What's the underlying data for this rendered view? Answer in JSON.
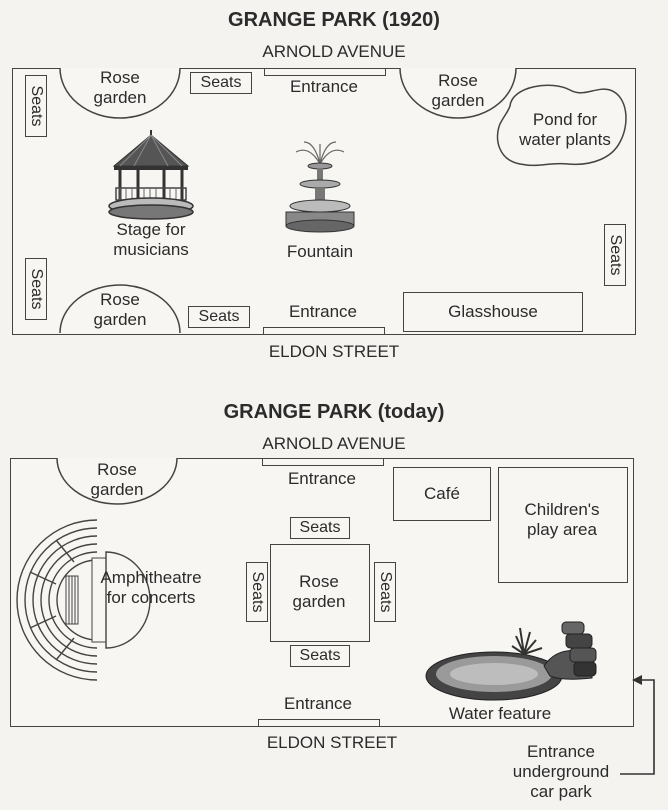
{
  "plan_1920": {
    "title": "GRANGE PARK (1920)",
    "north_street": "ARNOLD AVENUE",
    "south_street": "ELDON STREET",
    "rose_garden_tl": [
      "Rose",
      "garden"
    ],
    "rose_garden_tr": [
      "Rose",
      "garden"
    ],
    "rose_garden_bl": [
      "Rose",
      "garden"
    ],
    "seats_top": "Seats",
    "seats_bottom": "Seats",
    "seats_left_top": "Seats",
    "seats_left_bottom": "Seats",
    "seats_right": "Seats",
    "entrance_top": "Entrance",
    "entrance_bottom": "Entrance",
    "pond": [
      "Pond for",
      "water plants"
    ],
    "stage": [
      "Stage for",
      "musicians"
    ],
    "fountain": "Fountain",
    "glasshouse": "Glasshouse"
  },
  "plan_today": {
    "title": "GRANGE PARK (today)",
    "north_street": "ARNOLD AVENUE",
    "south_street": "ELDON STREET",
    "rose_garden_tl": [
      "Rose",
      "garden"
    ],
    "entrance_top": "Entrance",
    "entrance_bottom": "Entrance",
    "cafe": "Café",
    "play_area": [
      "Children's",
      "play area"
    ],
    "amphitheatre": [
      "Amphitheatre",
      "for concerts"
    ],
    "center_rose_garden": [
      "Rose",
      "garden"
    ],
    "seats_top": "Seats",
    "seats_bottom": "Seats",
    "seats_left": "Seats",
    "seats_right": "Seats",
    "water_feature": "Water feature",
    "car_park": [
      "Entrance",
      "underground",
      "car park"
    ]
  }
}
